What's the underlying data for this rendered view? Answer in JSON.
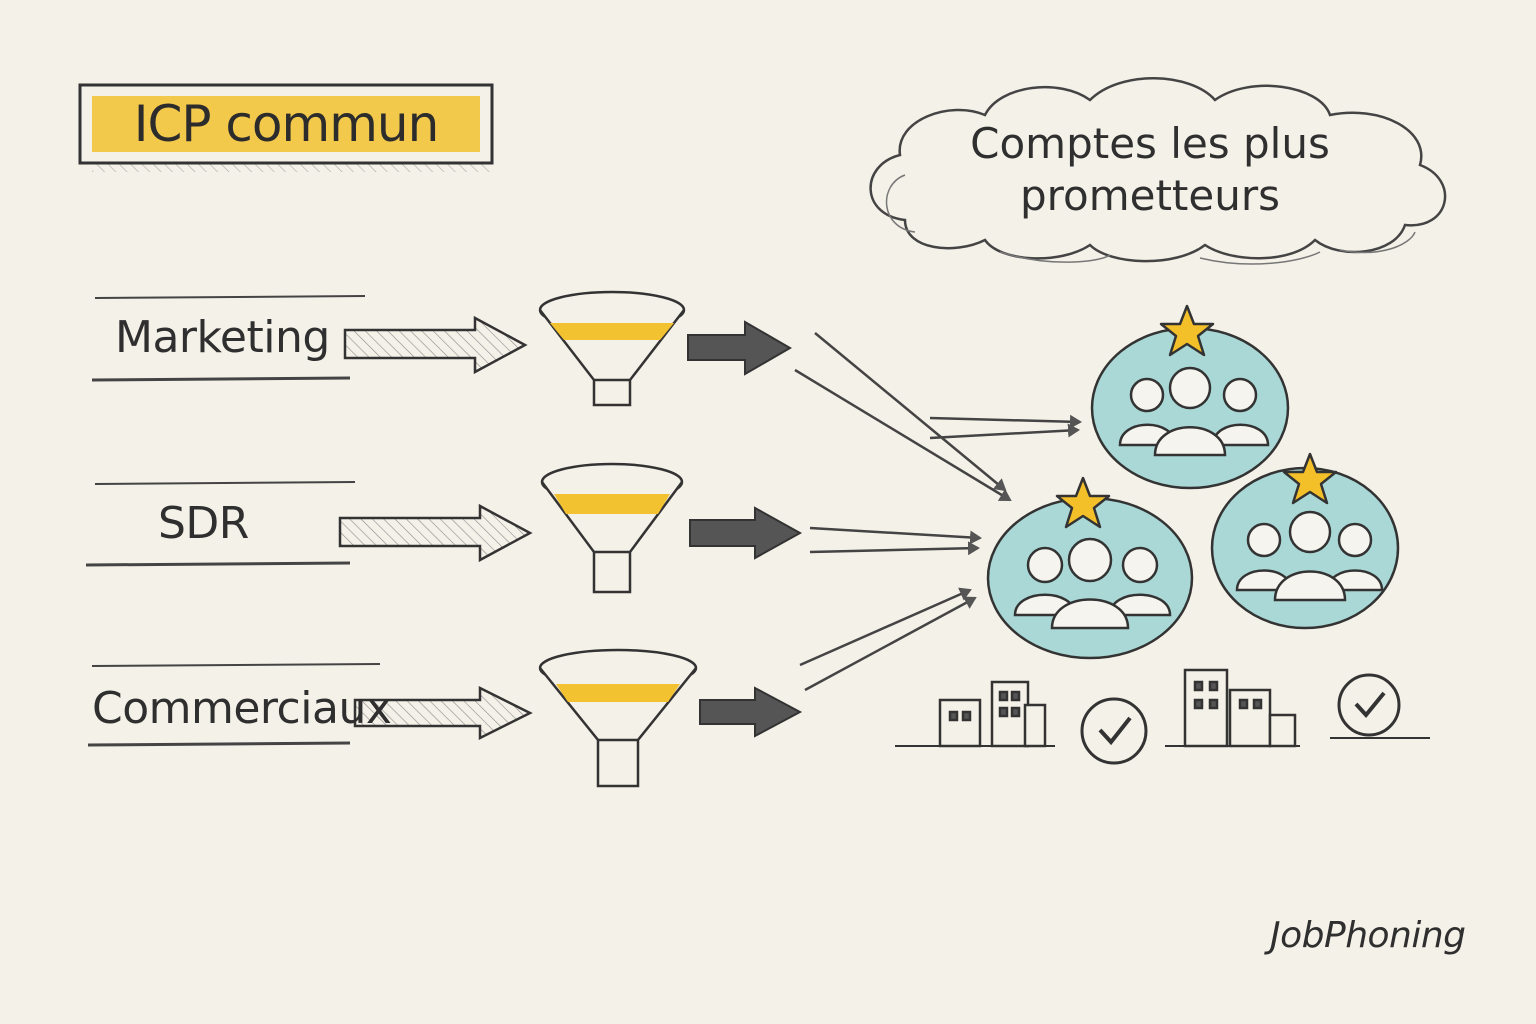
{
  "title": "ICP commun",
  "sources": [
    {
      "label": "Marketing"
    },
    {
      "label": "SDR"
    },
    {
      "label": "Commerciaux"
    }
  ],
  "cloud": {
    "line1": "Comptes les plus",
    "line2": "prometteurs"
  },
  "brand": "JobPhoning",
  "colors": {
    "background": "#f4f1e8",
    "ink": "#2f2f2f",
    "highlight_yellow": "#f2c230",
    "account_teal": "#a9d8d6",
    "star_yellow": "#f4c02a"
  },
  "icons": {
    "funnel": "funnel-icon",
    "account_group": "people-group-icon",
    "star": "star-icon",
    "building": "building-icon",
    "check": "check-circle-icon",
    "cloud": "cloud-shape"
  }
}
